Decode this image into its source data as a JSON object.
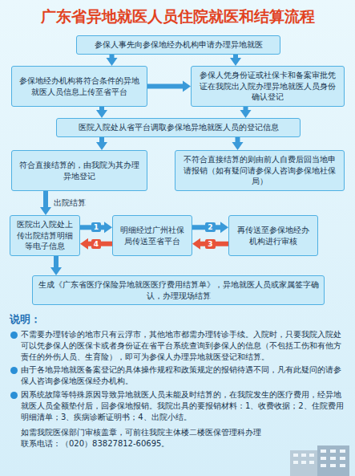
{
  "diagram": {
    "title": "广东省异地就医人员住院就医和结算流程",
    "nodes": [
      {
        "text": [
          "参保人事先向参保地经办机构申请办理异地就医"
        ]
      },
      {
        "text": [
          "参保地经办机构将符合条件的异地就医人员信息上传至省平台"
        ]
      },
      {
        "text": [
          "参保人凭身份证或社保卡和备案审批凭证在我院出入院办理异地就医人员身份确认登记"
        ]
      },
      {
        "text": [
          "医院入院处从省平台调取参保地异地就医人员的登记信息"
        ]
      },
      {
        "text": [
          "符合直接结算的，由我院为其办理异地登记"
        ]
      },
      {
        "text": [
          "不符合直接结算的则由前人自费后回当地申请报销（如有疑问请参保人咨询参保地社保局）"
        ]
      },
      {
        "text": [
          "医院出入院处上传出院结算明细等电子信息"
        ]
      },
      {
        "text": [
          "明细经过广州社保局传送至省平台"
        ]
      },
      {
        "text": [
          "再传送至参保地经办机构进行审核"
        ]
      },
      {
        "text": [
          "生成《广东省医疗保险异地就医医疗费用结算单》，异地就医人员或家属签字确认，办理现场结算"
        ]
      }
    ],
    "edges": [
      {
        "from": 0,
        "to": 1,
        "arrow": "to"
      },
      {
        "from": 0,
        "to": 2,
        "arrow": "to"
      },
      {
        "from": 1,
        "to": 2,
        "arrow": "to"
      },
      {
        "from": 1,
        "to": 3,
        "arrow": "to"
      },
      {
        "from": 2,
        "to": 3,
        "arrow": "to"
      },
      {
        "from": 3,
        "to": 4,
        "arrow": "to"
      },
      {
        "from": 3,
        "to": 5,
        "arrow": "to"
      },
      {
        "from": 4,
        "to": 6,
        "arrow": "to",
        "label": "出院结算"
      },
      {
        "from": 6,
        "to": 7,
        "arrow": "to",
        "label": "1"
      },
      {
        "from": 7,
        "to": 8,
        "arrow": "to",
        "label": "2"
      },
      {
        "from": 8,
        "to": 7,
        "arrow": "to",
        "label": "3"
      },
      {
        "from": 7,
        "to": 6,
        "arrow": "to",
        "label": "4"
      },
      {
        "from": 6,
        "to": 9,
        "arrow": "to"
      }
    ],
    "labels": [
      "说明：",
      "不需要办理转诊的地市只有云浮市，其他地市都需办理转诊手续。入院时，只要我院入院处可以凭参保人的医保卡或者身份证在省平台系统查询到参保人的信息（不包括工伤和有他方责任的外伤人员、生育险），即可为参保人办理异地就医登记和结算。",
      "由于各地异地就医备案登记的具体操作规程和政策规定的报销待遇不同，凡有此疑问的请参保人咨询参保地医保经办机构。",
      "因系统故障等特殊原因导致异地就医人员未能及时结算的，在我院发生的医疗费用，经异地就医人员全额垫付后，回参保地报销。我院出具的要报销材料：1、收费收据；2、住院费用明细清单；3、疾病诊断证明书；4、出院小结。",
      "如需我院医保部门审核盖章，可前往我院主体楼二楼医保管理科办理",
      "联系电话：（020）83827812-60695。"
    ]
  }
}
